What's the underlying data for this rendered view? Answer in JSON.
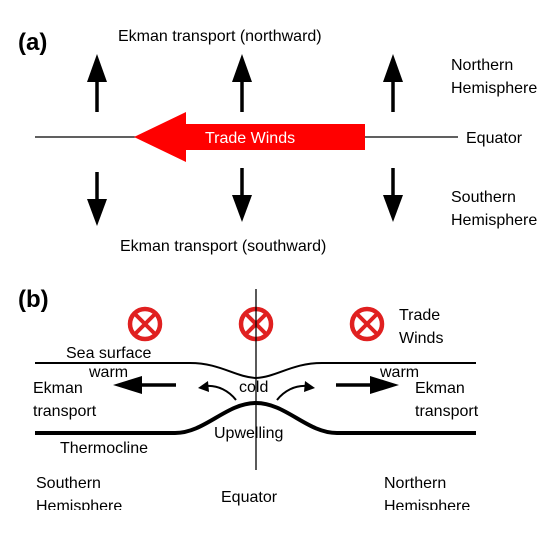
{
  "panel_a": {
    "label": "(a)",
    "ekman_north": "Ekman transport (northward)",
    "ekman_south": "Ekman transport (southward)",
    "northern_hemisphere": [
      "Northern",
      "Hemisphere"
    ],
    "southern_hemisphere": [
      "Southern",
      "Hemisphere"
    ],
    "equator": "Equator",
    "trade_winds": "Trade Winds"
  },
  "panel_b": {
    "label": "(b)",
    "trade_winds": [
      "Trade",
      "Winds"
    ],
    "sea_surface": "Sea surface",
    "warm_left": "warm",
    "warm_right": "warm",
    "cold": "cold",
    "ekman_left": [
      "Ekman",
      "transport"
    ],
    "ekman_right": [
      "Ekman",
      "transport"
    ],
    "thermocline": "Thermocline",
    "upwelling": "Upwelling",
    "southern_hemisphere": [
      "Southern",
      "Hemisphere"
    ],
    "northern_hemisphere": [
      "Northern",
      "Hemisphere"
    ],
    "equator": "Equator"
  },
  "colors": {
    "trade_wind_arrow": "#ff0000",
    "wind_symbol": "#e02020",
    "ink": "#000000"
  },
  "icons": {
    "wind_into_page": "circled-x-icon",
    "transport_arrow": "arrow-icon"
  }
}
